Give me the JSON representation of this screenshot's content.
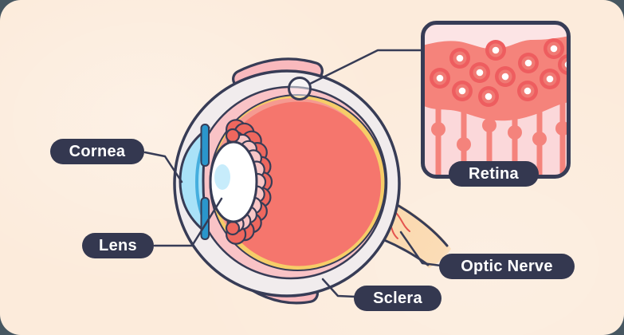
{
  "page": {
    "background": "#475761"
  },
  "card": {
    "background": "#fcebdb"
  },
  "pill": {
    "background": "#343850",
    "text_color": "#ffffff"
  },
  "labels": {
    "cornea": "Cornea",
    "lens": "Lens",
    "sclera": "Sclera",
    "optic_nerve": "Optic Nerve",
    "retina": "Retina"
  },
  "colors": {
    "outline": "#373c56",
    "sclera_fill": "#f1eced",
    "choroid_pink": "#f9c3c6",
    "retina_yellow": "#f6cd68",
    "inner_shadow_salmon": "#f59a91",
    "vitreous_red": "#f5766d",
    "cornea_blue": "#a9e2f8",
    "cornea_deep_blue": "#45aede",
    "iris_blue": "#2a96cc",
    "lens_white": "#ffffff",
    "lens_highlight": "#c7ecfb",
    "ciliary_red": "#ee675e",
    "ciliary_pink": "#f8c6c6",
    "muscle_pink": "#f9b9bd",
    "nerve_fill": "#fbd9ae",
    "vessel_red": "#e4534e",
    "inset_background": "#fbd8da",
    "inset_top_strip": "#fce4e5",
    "inset_band": "#f5837b",
    "cell_red": "#ee5d5f",
    "cell_inner": "#f07a74",
    "cell_dot": "#ffffff",
    "rod_salmon": "#f4837c",
    "magnifier_fill": "rgba(255,255,255,0.5)"
  }
}
